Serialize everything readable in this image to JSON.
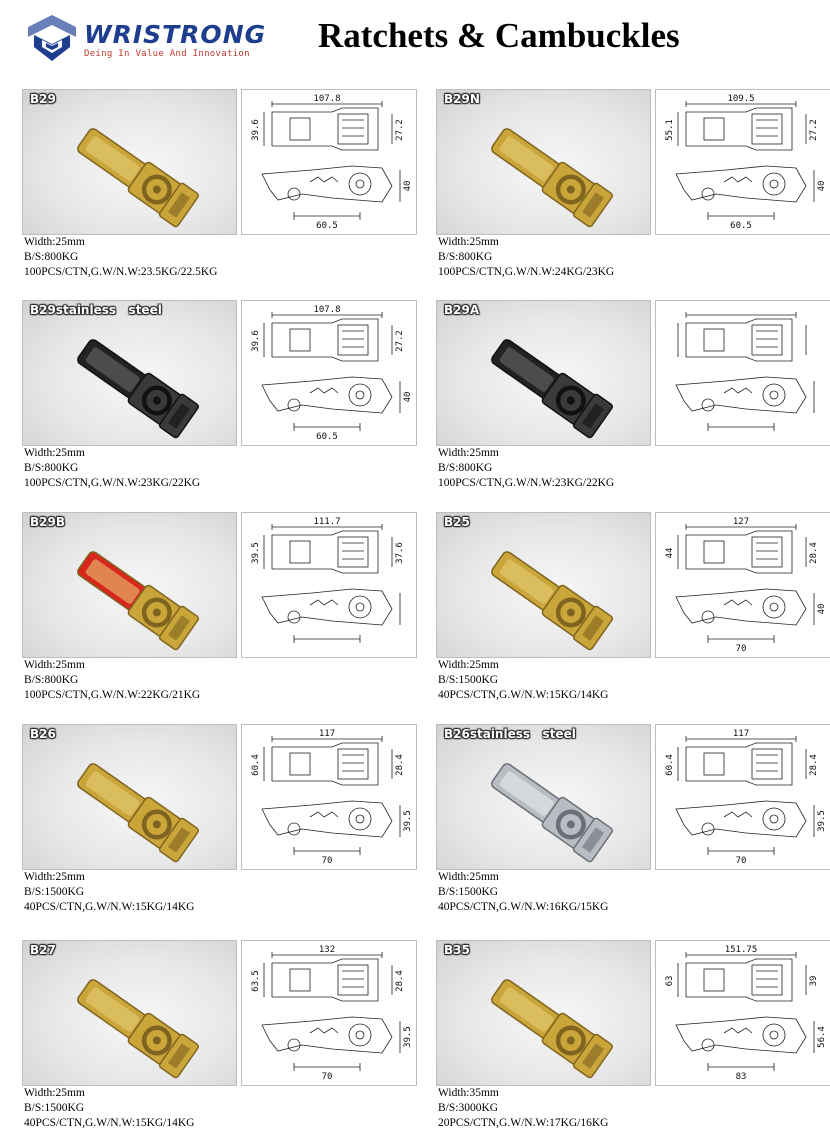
{
  "header": {
    "brand": "WRISTRONG",
    "tagline": "Deing In Value And Innovation",
    "title": "Ratchets & Cambuckles"
  },
  "colors": {
    "brand_blue": "#1d3e8f",
    "tagline_red": "#c0392b",
    "zinc_yellow": "#c9a53a",
    "handle_red": "#d8261d"
  },
  "products": [
    {
      "code": "B29",
      "width": "Width:25mm",
      "bs": "B/S:800KG",
      "pack": "100PCS/CTN,G.W/N.W:23.5KG/22.5KG",
      "dims": [
        "107.8",
        "39.6",
        "27.2",
        "40",
        "60.5"
      ],
      "finish": "zinc"
    },
    {
      "code": "B29N",
      "width": "Width:25mm",
      "bs": "B/S:800KG",
      "pack": "100PCS/CTN,G.W/N.W:24KG/23KG",
      "dims": [
        "109.5",
        "55.1",
        "27.2",
        "40",
        "60.5"
      ],
      "finish": "zinc"
    },
    {
      "code": "B29stainless   steel",
      "width": "Width:25mm",
      "bs": "B/S:800KG",
      "pack": "100PCS/CTN,G.W/N.W:23KG/22KG",
      "dims": [
        "107.8",
        "39.6",
        "27.2",
        "40",
        "60.5"
      ],
      "finish": "black"
    },
    {
      "code": "B29A",
      "width": "Width:25mm",
      "bs": "B/S:800KG",
      "pack": "100PCS/CTN,G.W/N.W:23KG/22KG",
      "dims": [
        "",
        "",
        "",
        "",
        ""
      ],
      "finish": "black"
    },
    {
      "code": "B29B",
      "width": "Width:25mm",
      "bs": "B/S:800KG",
      "pack": "100PCS/CTN,G.W/N.W:22KG/21KG",
      "dims": [
        "111.7",
        "39.5",
        "37.6",
        "",
        ""
      ],
      "finish": "red"
    },
    {
      "code": "B25",
      "width": "Width:25mm",
      "bs": "B/S:1500KG",
      "pack": "40PCS/CTN,G.W/N.W:15KG/14KG",
      "dims": [
        "127",
        "44",
        "28.4",
        "40",
        "70"
      ],
      "finish": "zinc"
    },
    {
      "code": "B26",
      "width": "Width:25mm",
      "bs": "B/S:1500KG",
      "pack": "40PCS/CTN,G.W/N.W:15KG/14KG",
      "dims": [
        "117",
        "60.4",
        "28.4",
        "39.5",
        "70"
      ],
      "finish": "zinc"
    },
    {
      "code": "B26stainless   steel",
      "width": "Width:25mm",
      "bs": "B/S:1500KG",
      "pack": "40PCS/CTN,G.W/N.W:16KG/15KG",
      "dims": [
        "117",
        "60.4",
        "28.4",
        "39.5",
        "70"
      ],
      "finish": "steel"
    },
    {
      "code": "B27",
      "width": "Width:25mm",
      "bs": "B/S:1500KG",
      "pack": "40PCS/CTN,G.W/N.W:15KG/14KG",
      "dims": [
        "132",
        "63.5",
        "28.4",
        "39.5",
        "70"
      ],
      "finish": "zinc"
    },
    {
      "code": "B35",
      "width": "Width:35mm",
      "bs": "B/S:3000KG",
      "pack": "20PCS/CTN,G.W/N.W:17KG/16KG",
      "dims": [
        "151.75",
        "63",
        "39",
        "56.4",
        "83"
      ],
      "finish": "zinc"
    }
  ]
}
